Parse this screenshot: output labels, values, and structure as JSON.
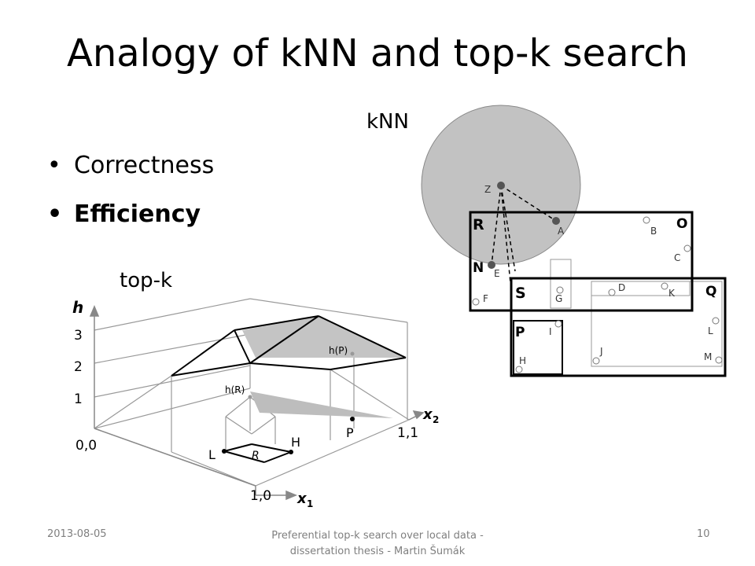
{
  "slide": {
    "title": "Analogy of kNN and top-k search",
    "bullets": [
      {
        "text": "Correctness",
        "bold": false
      },
      {
        "text": "Efficiency",
        "bold": true
      }
    ],
    "knn_label": "kNN",
    "topk_label": "top-k"
  },
  "topk_figure": {
    "h_axis": "h",
    "x1_axis": "x",
    "x1_sub": "1",
    "x2_axis": "x",
    "x2_sub": "2",
    "ticks": [
      "3",
      "2",
      "1"
    ],
    "origin": "0,0",
    "corner_10": "1,0",
    "corner_11": "1,1",
    "hP": "h(P)",
    "hR": "h(R)",
    "points": [
      "L",
      "H",
      "P"
    ],
    "region": "R"
  },
  "knn_figure": {
    "query": "Z",
    "boxes": [
      "R",
      "O",
      "N",
      "S",
      "Q",
      "P"
    ],
    "points": [
      "A",
      "B",
      "C",
      "E",
      "F",
      "G",
      "D",
      "K",
      "L",
      "J",
      "M",
      "I",
      "H"
    ]
  },
  "footer": {
    "date": "2013-08-05",
    "caption_line1": "Preferential top-k search over local data -",
    "caption_line2": "dissertation thesis - Martin Šumák",
    "page": "10"
  }
}
